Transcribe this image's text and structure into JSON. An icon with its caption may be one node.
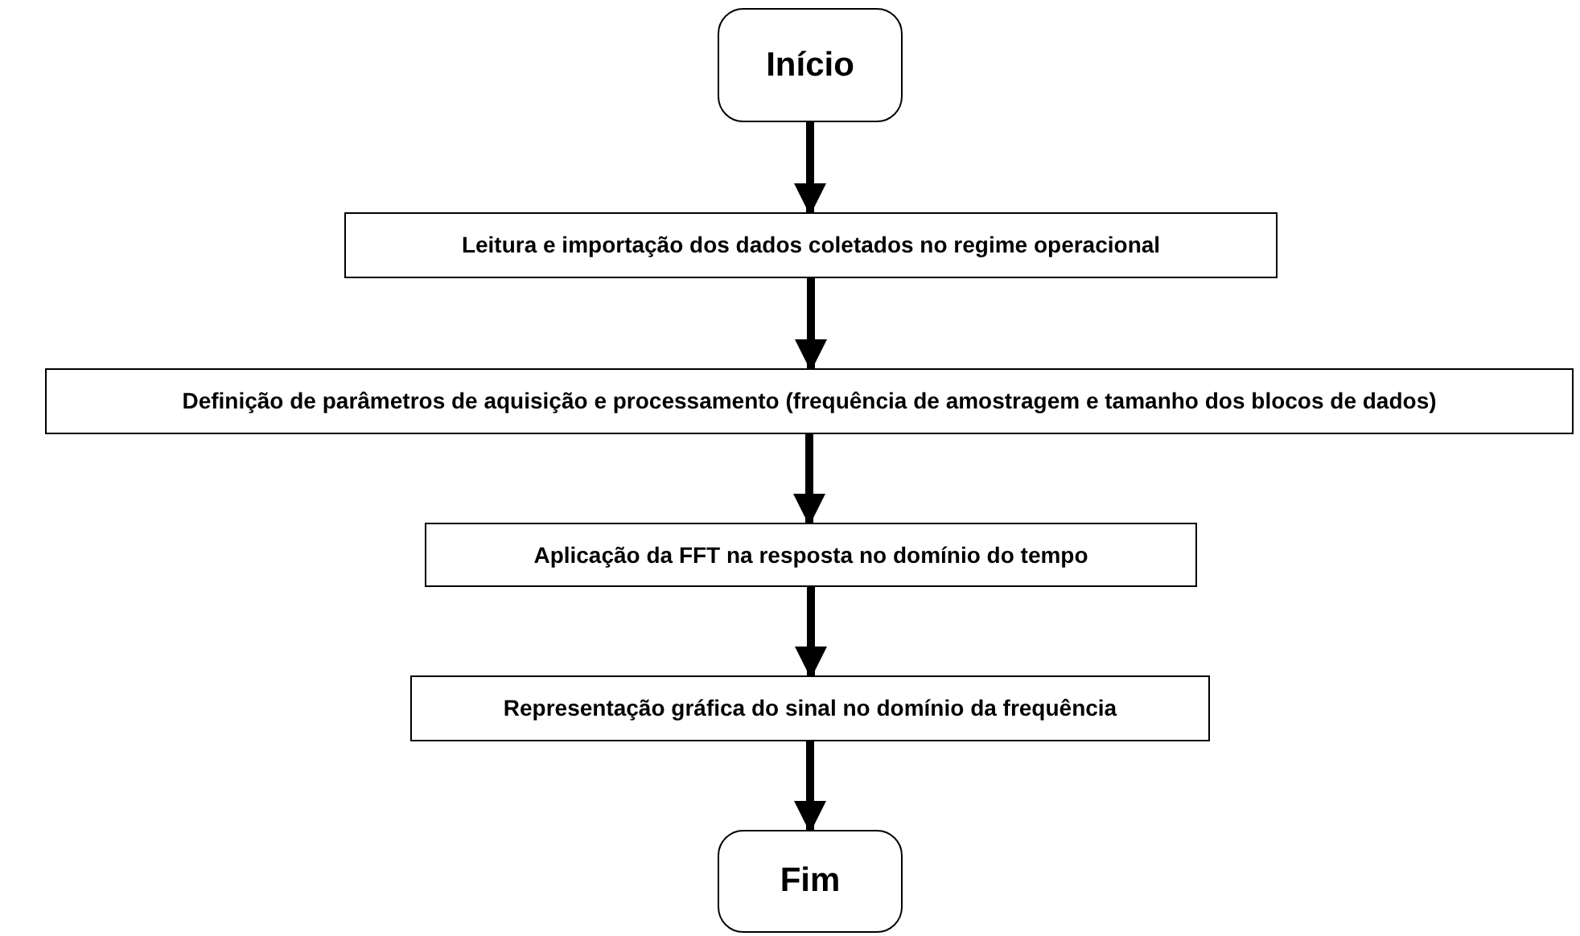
{
  "diagram": {
    "nodes": [
      {
        "text": [
          "Início"
        ]
      },
      {
        "text": [
          "Leitura e importação dos dados coletados no regime operacional"
        ]
      },
      {
        "text": [
          "Definição de parâmetros de aquisição e processamento (frequência de amostragem e tamanho dos blocos de dados)"
        ]
      },
      {
        "text": [
          "Aplicação da FFT na resposta no domínio do tempo"
        ]
      },
      {
        "text": [
          "Representação gráfica do sinal no domínio da frequência"
        ]
      },
      {
        "text": [
          "Fim"
        ]
      }
    ],
    "edges": [
      {
        "from": 0,
        "to": 1,
        "arrow": "to"
      },
      {
        "from": 1,
        "to": 2,
        "arrow": "to"
      },
      {
        "from": 2,
        "to": 3,
        "arrow": "to"
      },
      {
        "from": 3,
        "to": 4,
        "arrow": "to"
      },
      {
        "from": 4,
        "to": 5,
        "arrow": "to"
      }
    ]
  }
}
